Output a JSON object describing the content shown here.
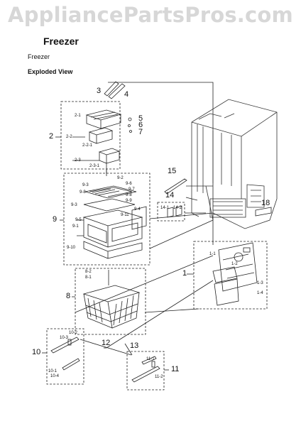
{
  "watermark": "AppliancePartsPros.com",
  "page": {
    "title": "Freezer",
    "section": "Freezer",
    "view": "Exploded View"
  },
  "callouts": {
    "c3": "3",
    "c4": "4",
    "c2_1": "2-1",
    "c2": "2",
    "c2_2": "2-2",
    "c2_2_1": "2-2-1",
    "c2_3": "2-3",
    "c2_3_1": "2-3-1",
    "c5": "5",
    "c6": "6",
    "c7": "7",
    "c15": "15",
    "c14": "14",
    "c14_1": "14-1",
    "c14_2": "14-2",
    "c18": "18",
    "c9": "9",
    "c9_3a": "9-3",
    "c9_2": "9-2",
    "c9_6": "9-6",
    "c9_8a": "9-8",
    "c9_7": "9-7",
    "c9_8b": "9-8",
    "c9_9": "9-9",
    "c9_3b": "9-3",
    "c9_4": "9-4",
    "c9_5": "9-5",
    "c9_11": "9-11",
    "c9_1": "9-1",
    "c9_10": "9-10",
    "c1": "1",
    "c1_1": "1-1",
    "c1_2": "1-2",
    "c1_3": "1-3",
    "c1_4": "1-4",
    "c8": "8",
    "c8_2": "8-2",
    "c8_1": "8-1",
    "c10": "10",
    "c10_2": "10-2",
    "c10_3": "10-3",
    "c10_1": "10-1",
    "c10_4": "10-4",
    "c12": "12",
    "c13": "13",
    "c11": "11",
    "c11_1": "11-1",
    "c11_2": "11-2"
  }
}
